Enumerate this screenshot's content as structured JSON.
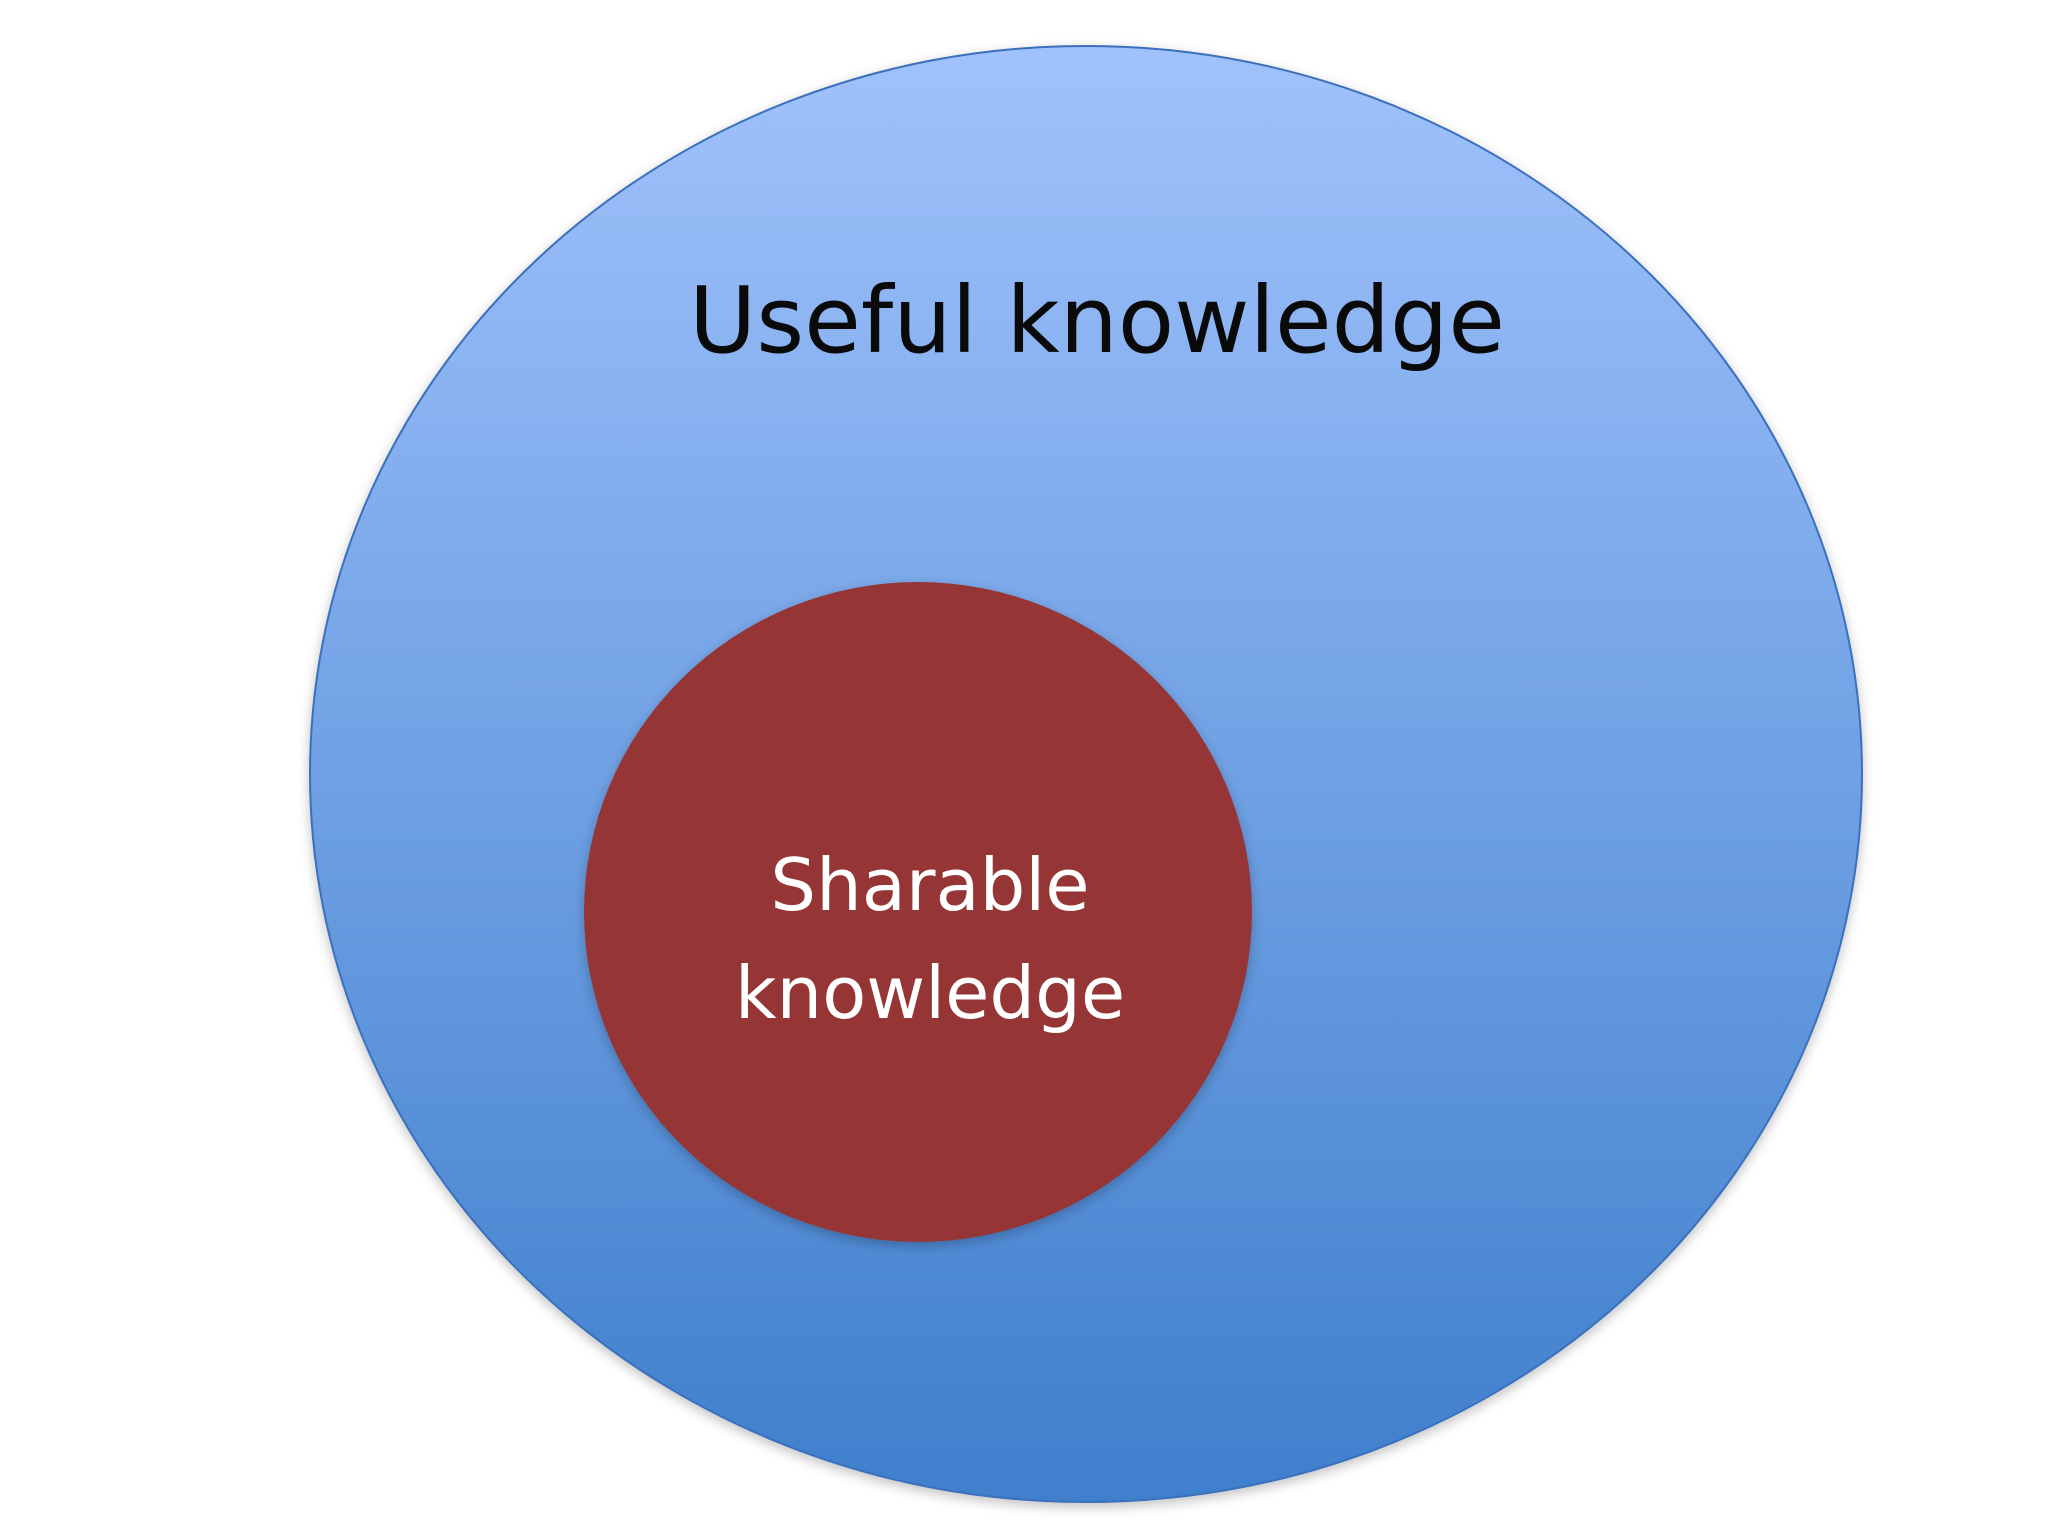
{
  "diagram": {
    "outer_circle": {
      "label": "Useful knowledge",
      "fill_top": "#a0c2fc",
      "fill_bottom": "#3f7fcc",
      "stroke": "#3a6fbd"
    },
    "inner_circle": {
      "label_line1": "Sharable",
      "label_line2": "knowledge",
      "fill": "#953535",
      "text_color": "#ffffff"
    },
    "background": "#ffffff"
  }
}
